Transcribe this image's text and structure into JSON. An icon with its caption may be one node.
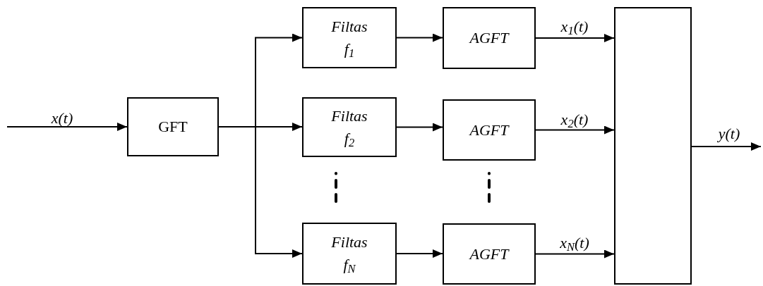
{
  "diagram": {
    "nodes": [
      {
        "text": [
          "GFT"
        ]
      },
      {
        "text": [
          "Filtas f$_{1}$"
        ]
      },
      {
        "text": [
          "Filtas f$_{2}$"
        ]
      },
      {
        "text": [
          "Filtas f$_{N}$"
        ]
      },
      {
        "text": [
          "AGFT"
        ]
      },
      {
        "text": [
          "AGFT"
        ]
      },
      {
        "text": [
          "AGFT"
        ]
      },
      {
        "text": [],
        "shape": "box"
      }
    ],
    "edges": [
      {
        "from": null,
        "to": 0,
        "arrow": "to",
        "label": "x(t)"
      },
      {
        "from": 0,
        "to": 1,
        "arrow": "to"
      },
      {
        "from": 0,
        "to": 2,
        "arrow": "to"
      },
      {
        "from": 0,
        "to": 3,
        "arrow": "to"
      },
      {
        "from": 1,
        "to": 4,
        "arrow": "to"
      },
      {
        "from": 2,
        "to": 5,
        "arrow": "to"
      },
      {
        "from": 3,
        "to": 6,
        "arrow": "to"
      },
      {
        "from": 4,
        "to": 7,
        "arrow": "to",
        "label": "x$_{1}$(t)"
      },
      {
        "from": 5,
        "to": 7,
        "arrow": "to",
        "label": "x$_{2}$(t)"
      },
      {
        "from": 6,
        "to": 7,
        "arrow": "to",
        "label": "x$_{N}$(t)"
      },
      {
        "from": 7,
        "to": null,
        "arrow": "to",
        "label": "y(t)"
      }
    ]
  }
}
